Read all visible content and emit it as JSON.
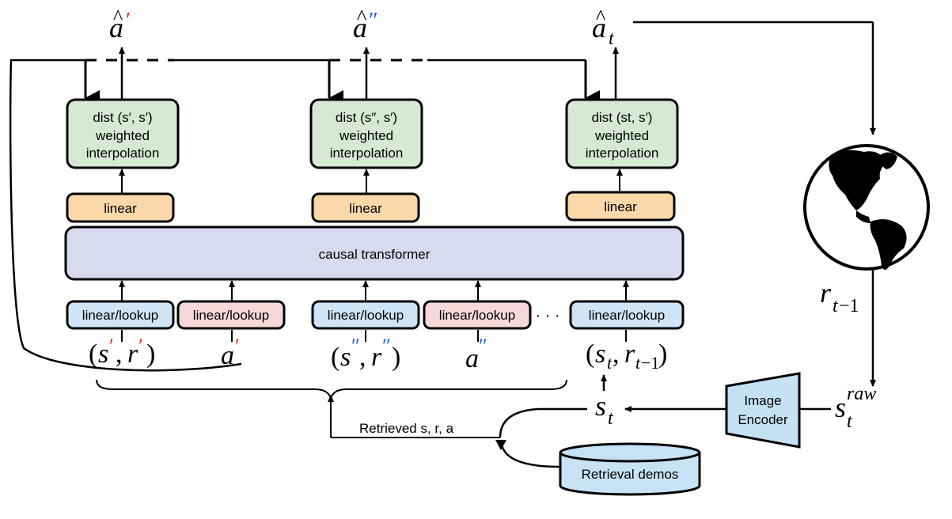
{
  "colors": {
    "green_fill": "#d6e9d3",
    "orange_fill": "#fbd8aa",
    "transformer_fill": "#d8dbef",
    "blue_fill": "#cfe5f5",
    "pink_fill": "#f7d8d8",
    "encoder_fill": "#c5e1f4",
    "retrieval_fill": "#c7e2f4",
    "prime_red": "#e0281e",
    "double_prime_blue": "#1f5fd6",
    "stroke": "#000000"
  },
  "outputs": {
    "a_hat_prime": "â′",
    "a_hat_double": "â″",
    "a_hat_t": "ât"
  },
  "interp_boxes": [
    {
      "dist": "dist (s′, s′)",
      "line2": "weighted",
      "line3": "interpolation"
    },
    {
      "dist": "dist (s″, s′)",
      "line2": "weighted",
      "line3": "interpolation"
    },
    {
      "dist": "dist (st, s′)",
      "line2": "weighted",
      "line3": "interpolation"
    }
  ],
  "linear_label": "linear",
  "transformer_label": "causal transformer",
  "lookup_label": "linear/lookup",
  "ellipsis": "· · ·",
  "inputs": {
    "s_r_prime": "(s′, r′)",
    "a_prime": "a′",
    "s_r_double": "(s″, r″)",
    "a_double": "a″",
    "s_t_r": "(st, rt−1)"
  },
  "retrieved_label": "Retrieved s, r, a",
  "retrieval_demos": "Retrieval demos",
  "image_encoder": {
    "line1": "Image",
    "line2": "Encoder"
  },
  "s_t": "st",
  "s_t_raw": "stʳᵃʷ",
  "r_t_minus_1": "rt−1",
  "environment_icon": "globe-icon"
}
